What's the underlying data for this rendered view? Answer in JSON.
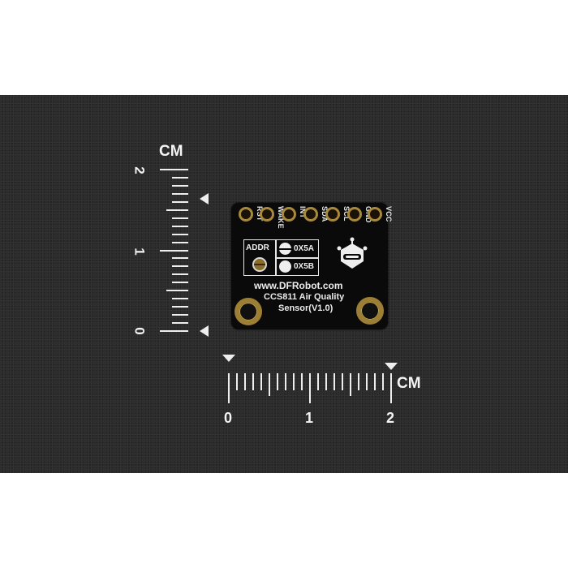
{
  "scene": {
    "description": "Product photo of DFRobot CCS811 air quality sensor breakout board on dark background with centimeter rulers",
    "background_color": "#2b2b2b",
    "page_color": "#ffffff"
  },
  "vertical_ruler": {
    "unit_label": "CM",
    "labels": [
      "2",
      "1",
      "0"
    ],
    "ticks_per_cm": 10
  },
  "horizontal_ruler": {
    "unit_label": "CM",
    "labels": [
      "0",
      "1",
      "2"
    ],
    "ticks_per_cm": 10
  },
  "board": {
    "pins": [
      "RST",
      "WAKE",
      "INT",
      "SDA",
      "SCL",
      "GND",
      "VCC"
    ],
    "addr_label": "ADDR",
    "addr_options": [
      "0X5A",
      "0X5B"
    ],
    "website": "www.DFRobot.com",
    "product_line1": "CCS811 Air Quality",
    "product_line2": "Sensor(V1.0)",
    "pad_color": "#a8893c",
    "pcb_color": "#0a0a0a"
  }
}
